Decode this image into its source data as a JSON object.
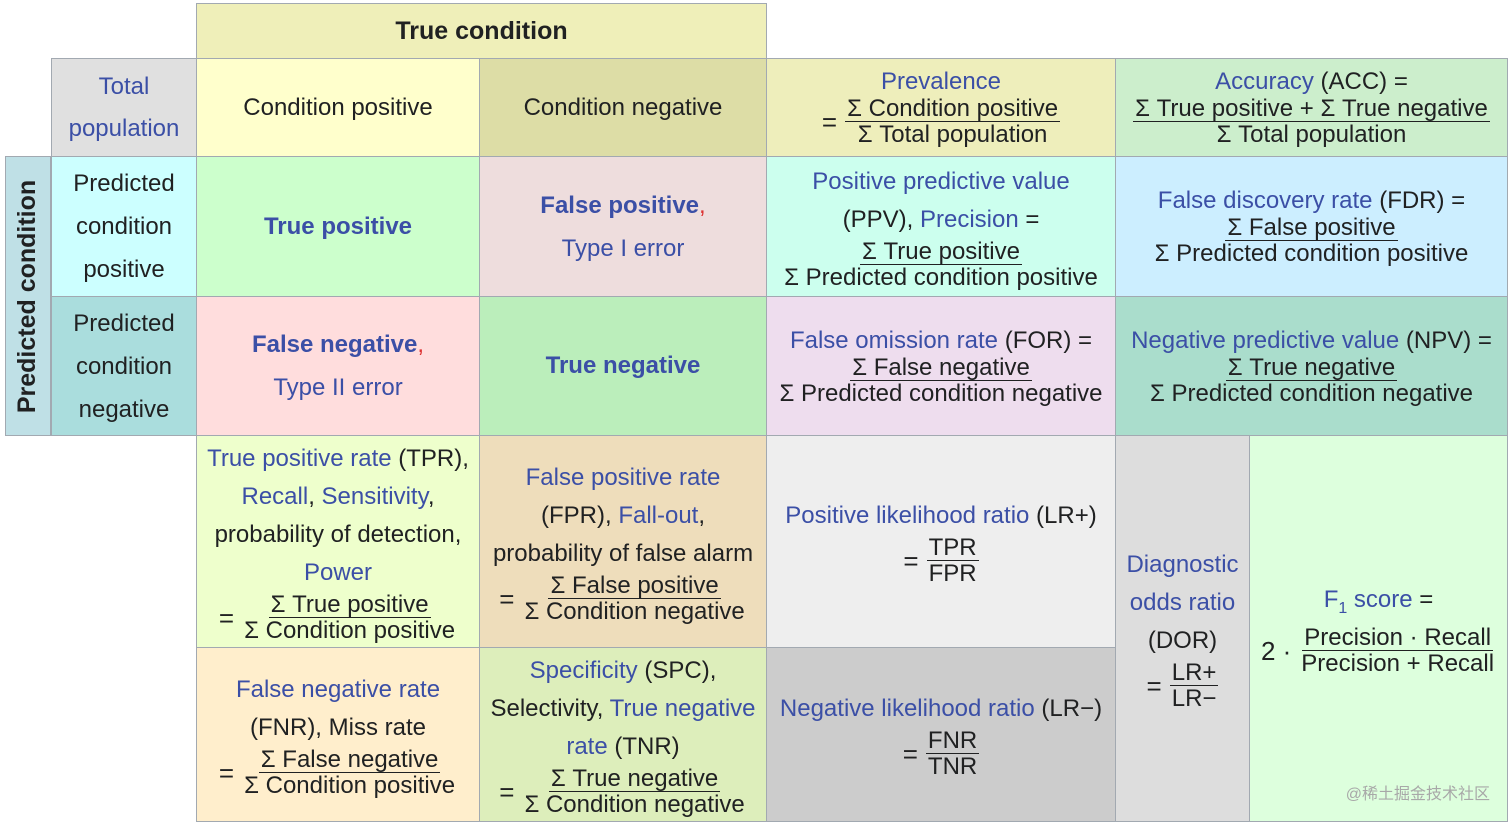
{
  "header": {
    "true_condition": "True condition",
    "predicted_condition": "Predicted condition"
  },
  "total_population": {
    "line1": "Total",
    "line2": "population"
  },
  "cond_pos": "Condition positive",
  "cond_neg": "Condition negative",
  "prevalence": {
    "name": "Prevalence",
    "eq": "=",
    "num": "Σ Condition positive",
    "den": "Σ Total population"
  },
  "accuracy": {
    "name": "Accuracy",
    "abbr": " (ACC) =",
    "num": "Σ True positive + Σ True negative",
    "den": "Σ Total population"
  },
  "pred_pos": {
    "l1": "Predicted",
    "l2": "condition",
    "l3": "positive"
  },
  "pred_neg": {
    "l1": "Predicted",
    "l2": "condition",
    "l3": "negative"
  },
  "tp": "True positive",
  "fp": {
    "name": "False positive",
    "comma": ",",
    "err": "Type I error"
  },
  "ppv": {
    "l1": "Positive predictive value",
    "l2a": "(PPV), ",
    "l2b": "Precision",
    "l2c": " =",
    "num": "Σ True positive",
    "den": "Σ Predicted condition positive"
  },
  "fdr": {
    "name": "False discovery rate",
    "abbr": " (FDR) =",
    "num": "Σ False positive",
    "den": "Σ Predicted condition positive"
  },
  "fn": {
    "name": "False negative",
    "comma": ",",
    "err": "Type II error"
  },
  "tn": "True negative",
  "for": {
    "name": "False omission rate",
    "abbr": " (FOR) =",
    "num": "Σ False negative",
    "den": "Σ Predicted condition negative"
  },
  "npv": {
    "name": "Negative predictive value",
    "abbr": " (NPV) =",
    "num": "Σ True negative",
    "den": "Σ Predicted condition negative"
  },
  "tpr": {
    "name": "True positive rate",
    "abbr": " (TPR),",
    "recall": "Recall",
    "c1": ", ",
    "sens": "Sensitivity",
    "c2": ",",
    "prob": "probability of detection,",
    "power": "Power",
    "eq": "=",
    "num": "Σ True positive",
    "den": "Σ Condition positive"
  },
  "fpr": {
    "name": "False positive rate",
    "abbr": "(FPR), ",
    "fallout": "Fall-out",
    "c": ",",
    "prob": "probability of false alarm",
    "eq": "=",
    "num": "Σ False positive",
    "den": "Σ Condition negative"
  },
  "lrp": {
    "name": "Positive likelihood ratio",
    "abbr": " (LR+)",
    "eq": "=",
    "num": "TPR",
    "den": "FPR"
  },
  "dor": {
    "l1": "Diagnostic",
    "l2": "odds ratio",
    "l3": "(DOR)",
    "eq": "=",
    "num": "LR+",
    "den": "LR−"
  },
  "f1": {
    "f": "F",
    "sub": "1",
    "score": " score",
    "eqs": " =",
    "two": "2 ·",
    "num": "Precision · Recall",
    "den": "Precision + Recall"
  },
  "fnr": {
    "name": "False negative rate",
    "abbr": "(FNR), Miss rate",
    "eq": "=",
    "num": "Σ False negative",
    "den": "Σ Condition positive"
  },
  "spc": {
    "name": "Specificity",
    "abbr": " (SPC),",
    "sel": "Selectivity, ",
    "tnr1": "True negative",
    "tnr2": "rate",
    "tnr3": " (TNR)",
    "eq": "=",
    "num": "Σ True negative",
    "den": "Σ Condition negative"
  },
  "lrn": {
    "name": "Negative likelihood ratio",
    "abbr": " (LR−)",
    "eq": "=",
    "num": "FNR",
    "den": "TNR"
  },
  "watermark": "@稀土掘金技术社区",
  "colors": {
    "link": "#3b4fa6",
    "border": "#a2a9b1"
  }
}
